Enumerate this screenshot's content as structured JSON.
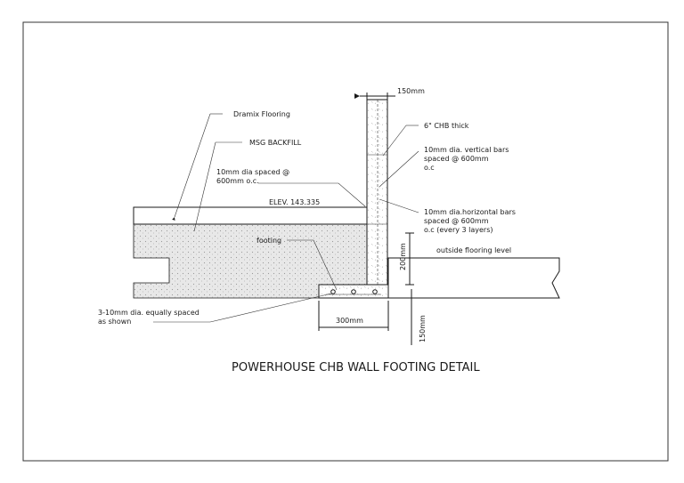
{
  "drawing": {
    "title": "POWERHOUSE CHB WALL FOOTING DETAIL",
    "labels": {
      "dramix_flooring": "Dramix Flooring",
      "msg_backfill": "MSG BACKFILL",
      "dia_spaced_line1": "10mm dia spaced @",
      "dia_spaced_line2": "600mm o.c.",
      "elevation": "ELEV. 143.335",
      "footing": "footing",
      "equally_spaced_line1": "3-10mm dia. equally spaced",
      "equally_spaced_line2": "as shown",
      "chb_thick": "6\" CHB thick",
      "vertical_bars_line1": "10mm dia. vertical bars",
      "vertical_bars_line2": "spaced @ 600mm",
      "vertical_bars_line3": "o.c",
      "horizontal_bars_line1": "10mm dia.horizontal bars",
      "horizontal_bars_line2": "spaced @ 600mm",
      "horizontal_bars_line3": "o.c (every 3 layers)",
      "outside_flooring": "outside flooring level"
    },
    "dimensions": {
      "wall_width": "150mm",
      "footing_height": "200mm",
      "footing_width": "300mm",
      "footing_thickness": "150mm"
    },
    "colors": {
      "line": "#1a1a1a",
      "backfill": "#e6e6e6",
      "frame": "#333333"
    }
  }
}
